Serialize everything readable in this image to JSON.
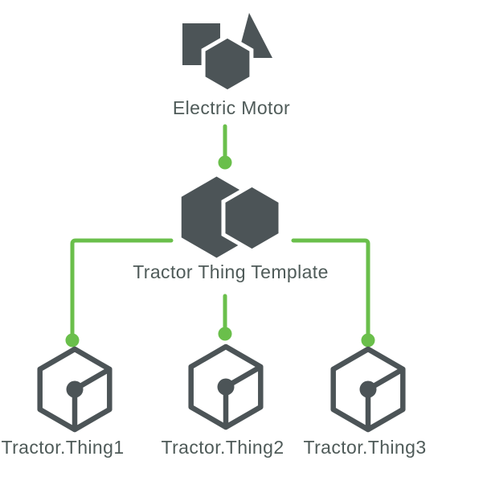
{
  "colors": {
    "node": "#4c5457",
    "connector": "#6abf4b",
    "text": "#4f5b59",
    "background": "#ffffff"
  },
  "nodes": {
    "root": {
      "label": "Electric Motor",
      "icon": "shapes-cluster-icon"
    },
    "template": {
      "label": "Tractor Thing Template",
      "icon": "dual-hexagon-icon"
    },
    "things": [
      {
        "label": "Tractor.Thing1",
        "icon": "thing-cube-icon"
      },
      {
        "label": "Tractor.Thing2",
        "icon": "thing-cube-icon"
      },
      {
        "label": "Tractor.Thing3",
        "icon": "thing-cube-icon"
      }
    ]
  }
}
